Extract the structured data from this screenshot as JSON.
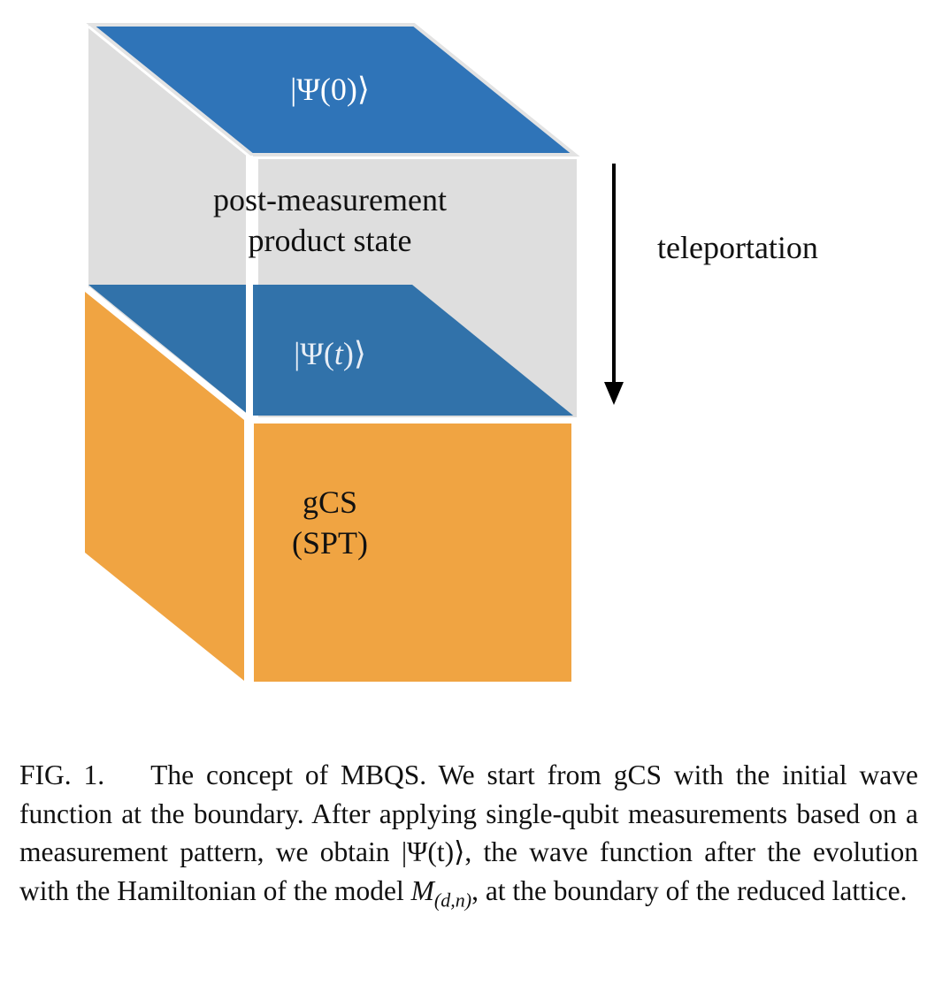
{
  "figure": {
    "top_label_parts": [
      "|Ψ(",
      "0",
      ")⟩"
    ],
    "middle_label_line1": "post-measurement",
    "middle_label_line2": "product state",
    "inner_label_parts": [
      "|Ψ(",
      "t",
      ")⟩"
    ],
    "bottom_label_line1": "gCS",
    "bottom_label_line2": "(SPT)",
    "arrow_label": "teleportation",
    "colors": {
      "blue_top": "#2f74b8",
      "blue_inner": "#2b6ea8",
      "grey": "#dedede",
      "orange": "#f0a442",
      "arrow": "#000000"
    }
  },
  "caption": {
    "label": "FIG. 1.",
    "text_part1": "The concept of MBQS. We start from gCS with the initial wave function at the boundary. After applying single-qubit measurements based on a measurement pattern, we obtain ",
    "psi_t": "|Ψ(t)⟩",
    "text_part2": ", the wave function after the evolution with the Hamiltonian of the model ",
    "model_symbol": "M",
    "model_subscript": "(d,n)",
    "text_part3": ", at the boundary of the reduced lattice."
  }
}
